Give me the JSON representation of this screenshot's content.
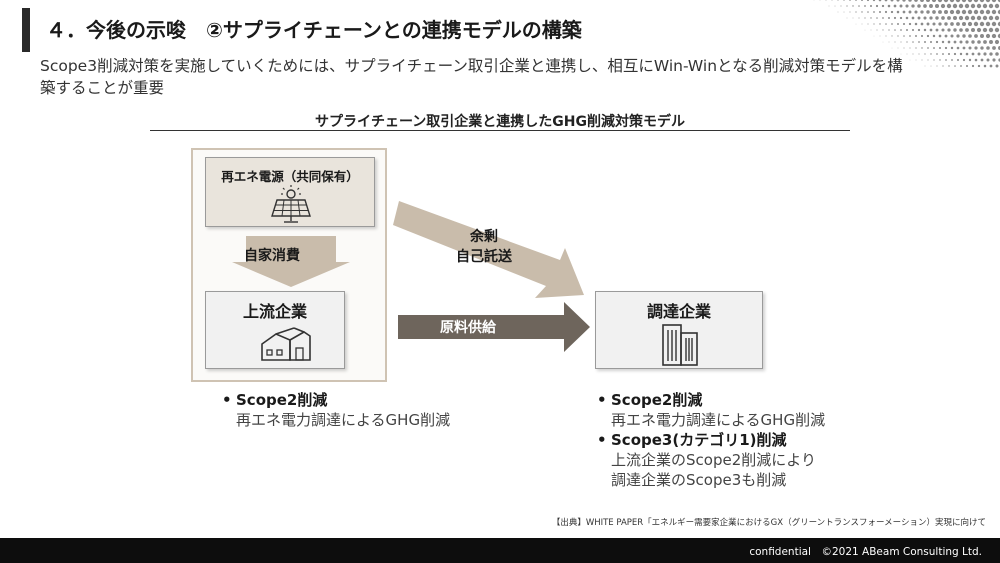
{
  "header": {
    "title": "４．今後の示唆　②サプライチェーンとの連携モデルの構築",
    "lead": "Scope3削減対策を実施していくためには、サプライチェーン取引企業と連携し、相互にWin-Winとなる削減対策モデルを構築することが重要"
  },
  "diagram": {
    "title": "サプライチェーン取引企業と連携したGHG削減対策モデル",
    "boxes": {
      "energy": {
        "label": "再エネ電源（共同保有）",
        "icon": "solar-panel-icon"
      },
      "upstream": {
        "label": "上流企業",
        "icon": "factory-icon"
      },
      "procurement": {
        "label": "調達企業",
        "icon": "office-building-icon"
      }
    },
    "arrows": {
      "self_consumption": "自家消費",
      "surplus_line1": "余剰",
      "surplus_line2": "自己託送",
      "raw_material": "原料供給"
    },
    "colors": {
      "frame": "#cfc3b3",
      "energy_box": "#e9e4dc",
      "arrow_light": "#c9bcab",
      "arrow_dark": "#6e655c"
    }
  },
  "bullets": {
    "left": [
      {
        "head": "Scope2削減",
        "sub": [
          "再エネ電力調達によるGHG削減"
        ]
      }
    ],
    "right": [
      {
        "head": "Scope2削減",
        "sub": [
          "再エネ電力調達によるGHG削減"
        ]
      },
      {
        "head": "Scope3(カテゴリ1)削減",
        "sub": [
          "上流企業のScope2削減により",
          "調達企業のScope3も削減"
        ]
      }
    ]
  },
  "source": "【出典】WHITE PAPER「エネルギー需要家企業におけるGX（グリーントランスフォーメーション）実現に向けて",
  "footer": {
    "text": "confidential　©2021 ABeam Consulting Ltd."
  }
}
